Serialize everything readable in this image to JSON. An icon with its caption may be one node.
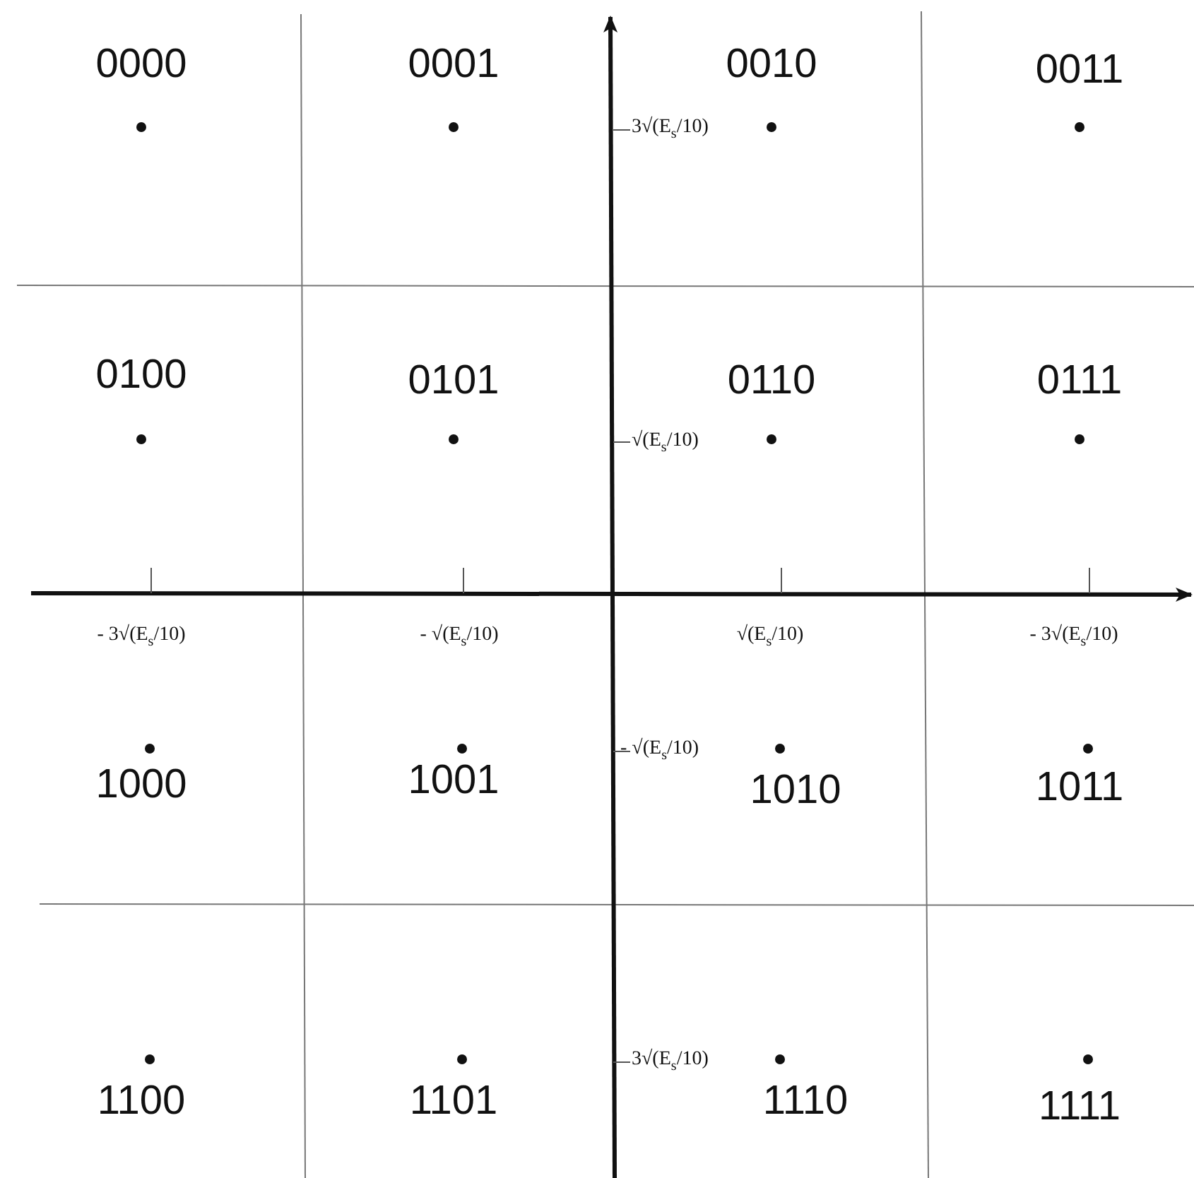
{
  "diagram": {
    "labels": [
      "0000",
      "0001",
      "3√(E$_{s}$/10)",
      "0010",
      "0011",
      "0100",
      "0101",
      "0110",
      "√(E$_{s}$/10)",
      "0111",
      "- 3√(E$_{s}$/10)",
      "- √(E$_{s}$/10)",
      "√(E$_{s}$/10)",
      "- 3√(E$_{s}$/10)",
      "- √(E$_{s}$/10)",
      "1000",
      "1001",
      "1010",
      "1011",
      "3√(E$_{s}$/10)",
      "1100",
      "1101",
      "1110",
      "1111"
    ]
  }
}
